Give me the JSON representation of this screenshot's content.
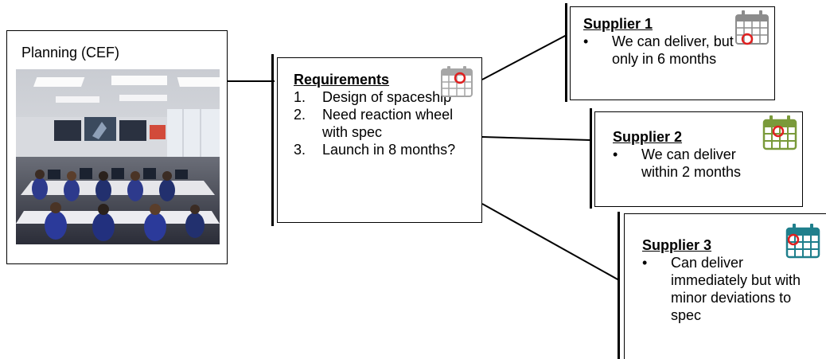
{
  "planning": {
    "title": "Planning (CEF)"
  },
  "requirements": {
    "title": "Requirements",
    "items": [
      {
        "marker": "1.",
        "text": "Design of spaceship"
      },
      {
        "marker": "2.",
        "text": "Need reaction wheel with spec"
      },
      {
        "marker": "3.",
        "text": "Launch in 8 months?"
      }
    ],
    "calendar_color": "#a6a6a6"
  },
  "suppliers": [
    {
      "title": "Supplier 1",
      "bullet": "•",
      "text": "We can deliver, but only in 6 months",
      "calendar_color": "#8c8c8c"
    },
    {
      "title": "Supplier 2",
      "bullet": "•",
      "text": "We can deliver within 2 months",
      "calendar_color": "#7a9a3a"
    },
    {
      "title": "Supplier 3",
      "bullet": "•",
      "text": "Can deliver immediately but with minor deviations to spec",
      "calendar_color": "#1f7f8c"
    }
  ],
  "icons": {
    "calendar": "calendar-icon",
    "marker": "red-circle-marker"
  },
  "colors": {
    "marker_red": "#e02020"
  }
}
